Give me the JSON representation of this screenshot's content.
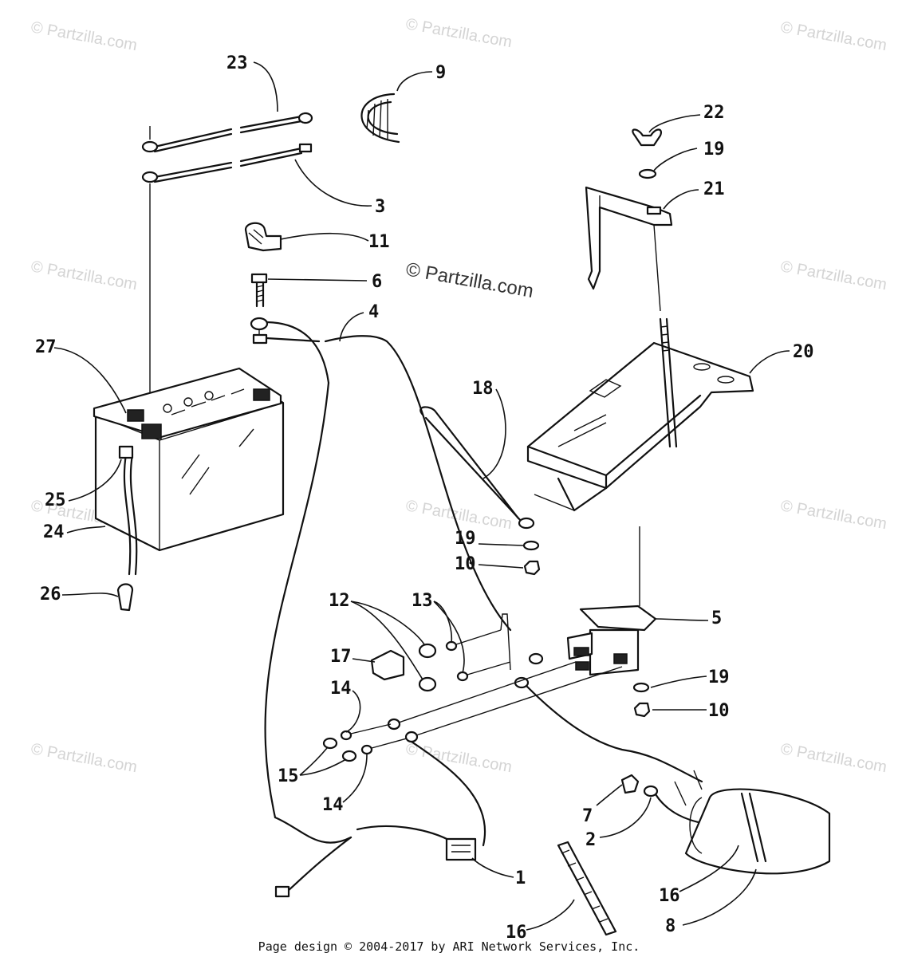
{
  "watermarks": {
    "tile_text": "© Partzilla.com",
    "center_text": "© Partzilla.com"
  },
  "labels": {
    "p1": "1",
    "p2": "2",
    "p3": "3",
    "p4": "4",
    "p5": "5",
    "p6": "6",
    "p7": "7",
    "p8": "8",
    "p9": "9",
    "p10a": "10",
    "p10b": "10",
    "p11": "11",
    "p12": "12",
    "p13": "13",
    "p14a": "14",
    "p14b": "14",
    "p15": "15",
    "p16a": "16",
    "p16b": "16",
    "p17": "17",
    "p18": "18",
    "p19a": "19",
    "p19b": "19",
    "p19c": "19",
    "p20": "20",
    "p21": "21",
    "p22": "22",
    "p23": "23",
    "p24": "24",
    "p25": "25",
    "p26": "26",
    "p27": "27"
  },
  "footer": "Page design © 2004-2017 by ARI Network Services, Inc."
}
